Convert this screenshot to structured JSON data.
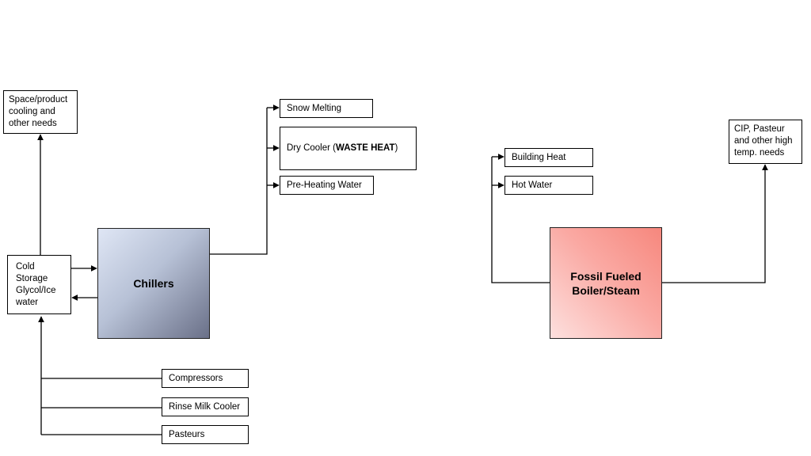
{
  "nodes": {
    "space_cooling": "Space/product cooling and other needs",
    "cold_storage": "Cold Storage Glycol/Ice water",
    "chillers": "Chillers",
    "snow_melting": "Snow Melting",
    "dry_cooler_prefix": "Dry Cooler (",
    "dry_cooler_bold": "WASTE HEAT",
    "dry_cooler_suffix": ")",
    "preheating_water": "Pre-Heating Water",
    "compressors": "Compressors",
    "rinse_milk_cooler": "Rinse Milk Cooler",
    "pasteurs": "Pasteurs",
    "building_heat": "Building Heat",
    "hot_water": "Hot Water",
    "boiler": "Fossil Fueled Boiler/Steam",
    "cip": "CIP, Pasteur and other high temp. needs"
  },
  "colors": {
    "chillers_fill_light": "#dfe6f5",
    "chillers_fill_dark": "#6a7088",
    "boiler_fill_light": "#fde0de",
    "boiler_fill_dark": "#f6877d",
    "line": "#000000"
  }
}
